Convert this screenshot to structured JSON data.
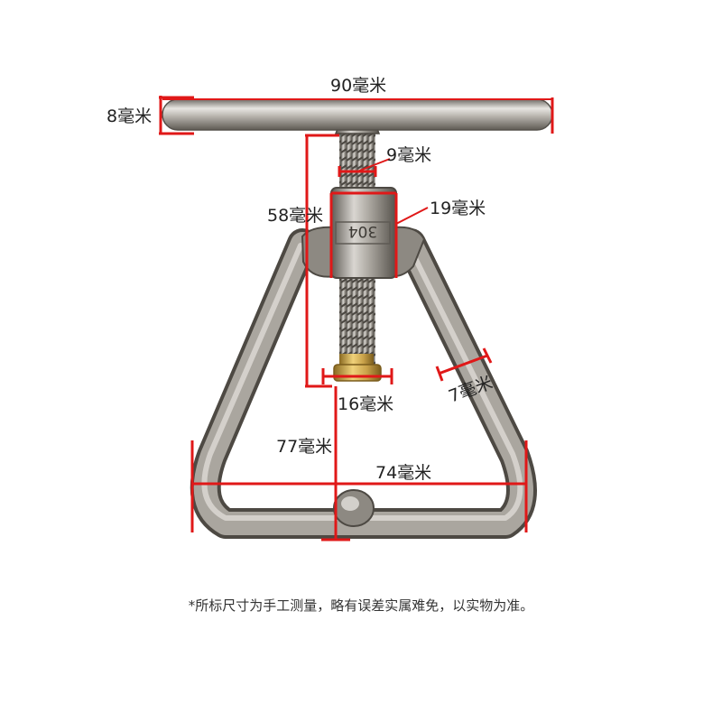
{
  "product": {
    "stamp": "304"
  },
  "dimensions": {
    "handle_length": "90毫米",
    "handle_diameter": "8毫米",
    "screw_diameter": "9毫米",
    "nut_width": "19毫米",
    "screw_length": "58毫米",
    "pad_diameter": "16毫米",
    "frame_thickness": "7毫米",
    "total_height": "77毫米",
    "frame_width": "74毫米"
  },
  "footnote": "*所标尺寸为手工测量，略有误差实属难免，以实物为准。",
  "colors": {
    "dimension": "#e01818",
    "steel": "#9a958e",
    "brass": "#c9a24a"
  }
}
